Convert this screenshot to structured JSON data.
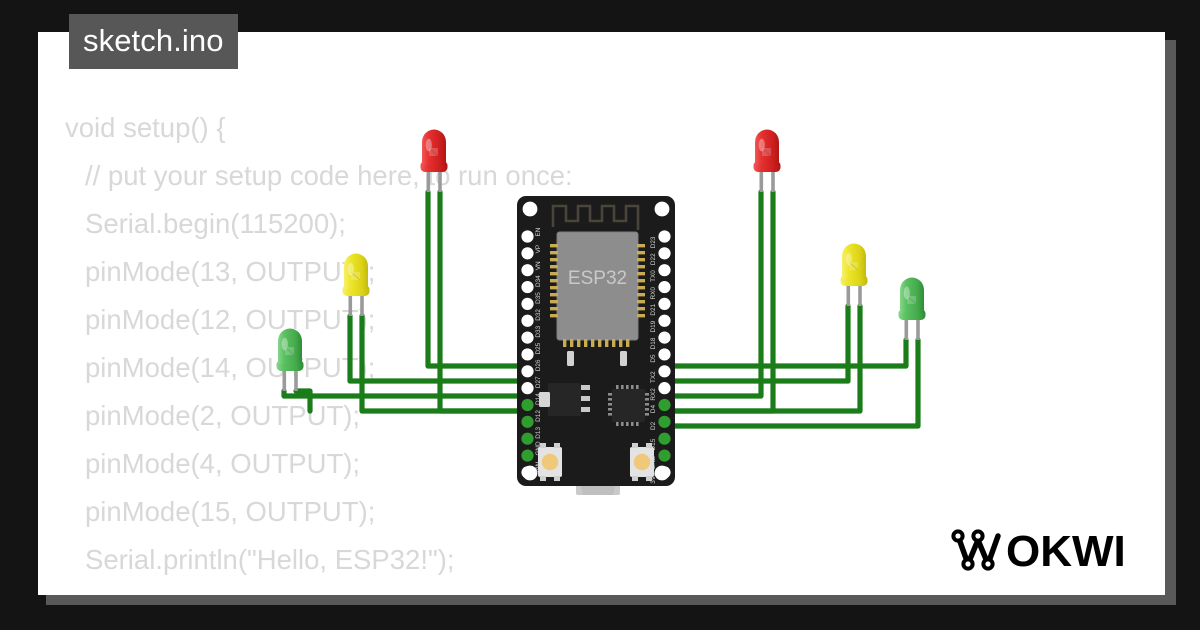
{
  "window": {
    "background_color": "#141414",
    "canvas_color": "#ffffff",
    "plate_color": "#595959"
  },
  "tab": {
    "label": "sketch.ino",
    "background_color": "#575757",
    "text_color": "#ffffff"
  },
  "editor": {
    "text_color": "#d8d8d8",
    "lines": [
      {
        "indent": 0,
        "text": "void setup() {"
      },
      {
        "indent": 1,
        "text": "// put your setup code here, to run once:"
      },
      {
        "indent": 1,
        "text": "Serial.begin(115200);"
      },
      {
        "indent": 1,
        "text": "pinMode(13, OUTPUT);"
      },
      {
        "indent": 1,
        "text": "pinMode(12, OUTPUT);"
      },
      {
        "indent": 1,
        "text": "pinMode(14, OUTPUT);"
      },
      {
        "indent": 1,
        "text": "pinMode(2, OUTPUT);"
      },
      {
        "indent": 1,
        "text": "pinMode(4, OUTPUT);"
      },
      {
        "indent": 1,
        "text": "pinMode(15, OUTPUT);"
      },
      {
        "indent": 1,
        "text": "Serial.println(\"Hello, ESP32!\");"
      },
      {
        "indent": 0,
        "text": "}"
      }
    ]
  },
  "board": {
    "name": "ESP32",
    "silkscreen_label": "ESP32",
    "pcb_color": "#1a1a1a",
    "module_color": "#8d8d8d",
    "pins_left": [
      "EN",
      "VP",
      "VN",
      "D34",
      "D35",
      "D32",
      "D33",
      "D25",
      "D26",
      "D27",
      "D14",
      "D12",
      "D13",
      "GND",
      "VIN"
    ],
    "pins_right": [
      "D23",
      "D22",
      "TX0",
      "RX0",
      "D21",
      "D19",
      "D18",
      "D5",
      "TX2",
      "RX2",
      "D4",
      "D2",
      "D15",
      "GND",
      "3V3"
    ],
    "connected_pins_left": [
      "D14",
      "D12",
      "D13",
      "GND"
    ],
    "connected_pins_right": [
      "D4",
      "D2",
      "D15",
      "GND"
    ],
    "buttons": [
      "boot-button",
      "enable-button"
    ],
    "connector": "micro-usb"
  },
  "leds": [
    {
      "id": "led-red-left",
      "color": "red",
      "hex": "#e02020",
      "gpio": "D13"
    },
    {
      "id": "led-yellow-left",
      "color": "yellow",
      "hex": "#e8e020",
      "gpio": "D12"
    },
    {
      "id": "led-green-left",
      "color": "green",
      "hex": "#4caf50",
      "gpio": "D14"
    },
    {
      "id": "led-red-right",
      "color": "red",
      "hex": "#e02020",
      "gpio": "D15"
    },
    {
      "id": "led-yellow-right",
      "color": "yellow",
      "hex": "#e8e020",
      "gpio": "D2"
    },
    {
      "id": "led-green-right",
      "color": "green",
      "hex": "#4caf50",
      "gpio": "D4"
    }
  ],
  "wires": {
    "color": "#1a7d1a",
    "ground_color": "#1a7d1a",
    "count": 12
  },
  "logo": {
    "text": "WOKWI",
    "color": "#000000"
  }
}
